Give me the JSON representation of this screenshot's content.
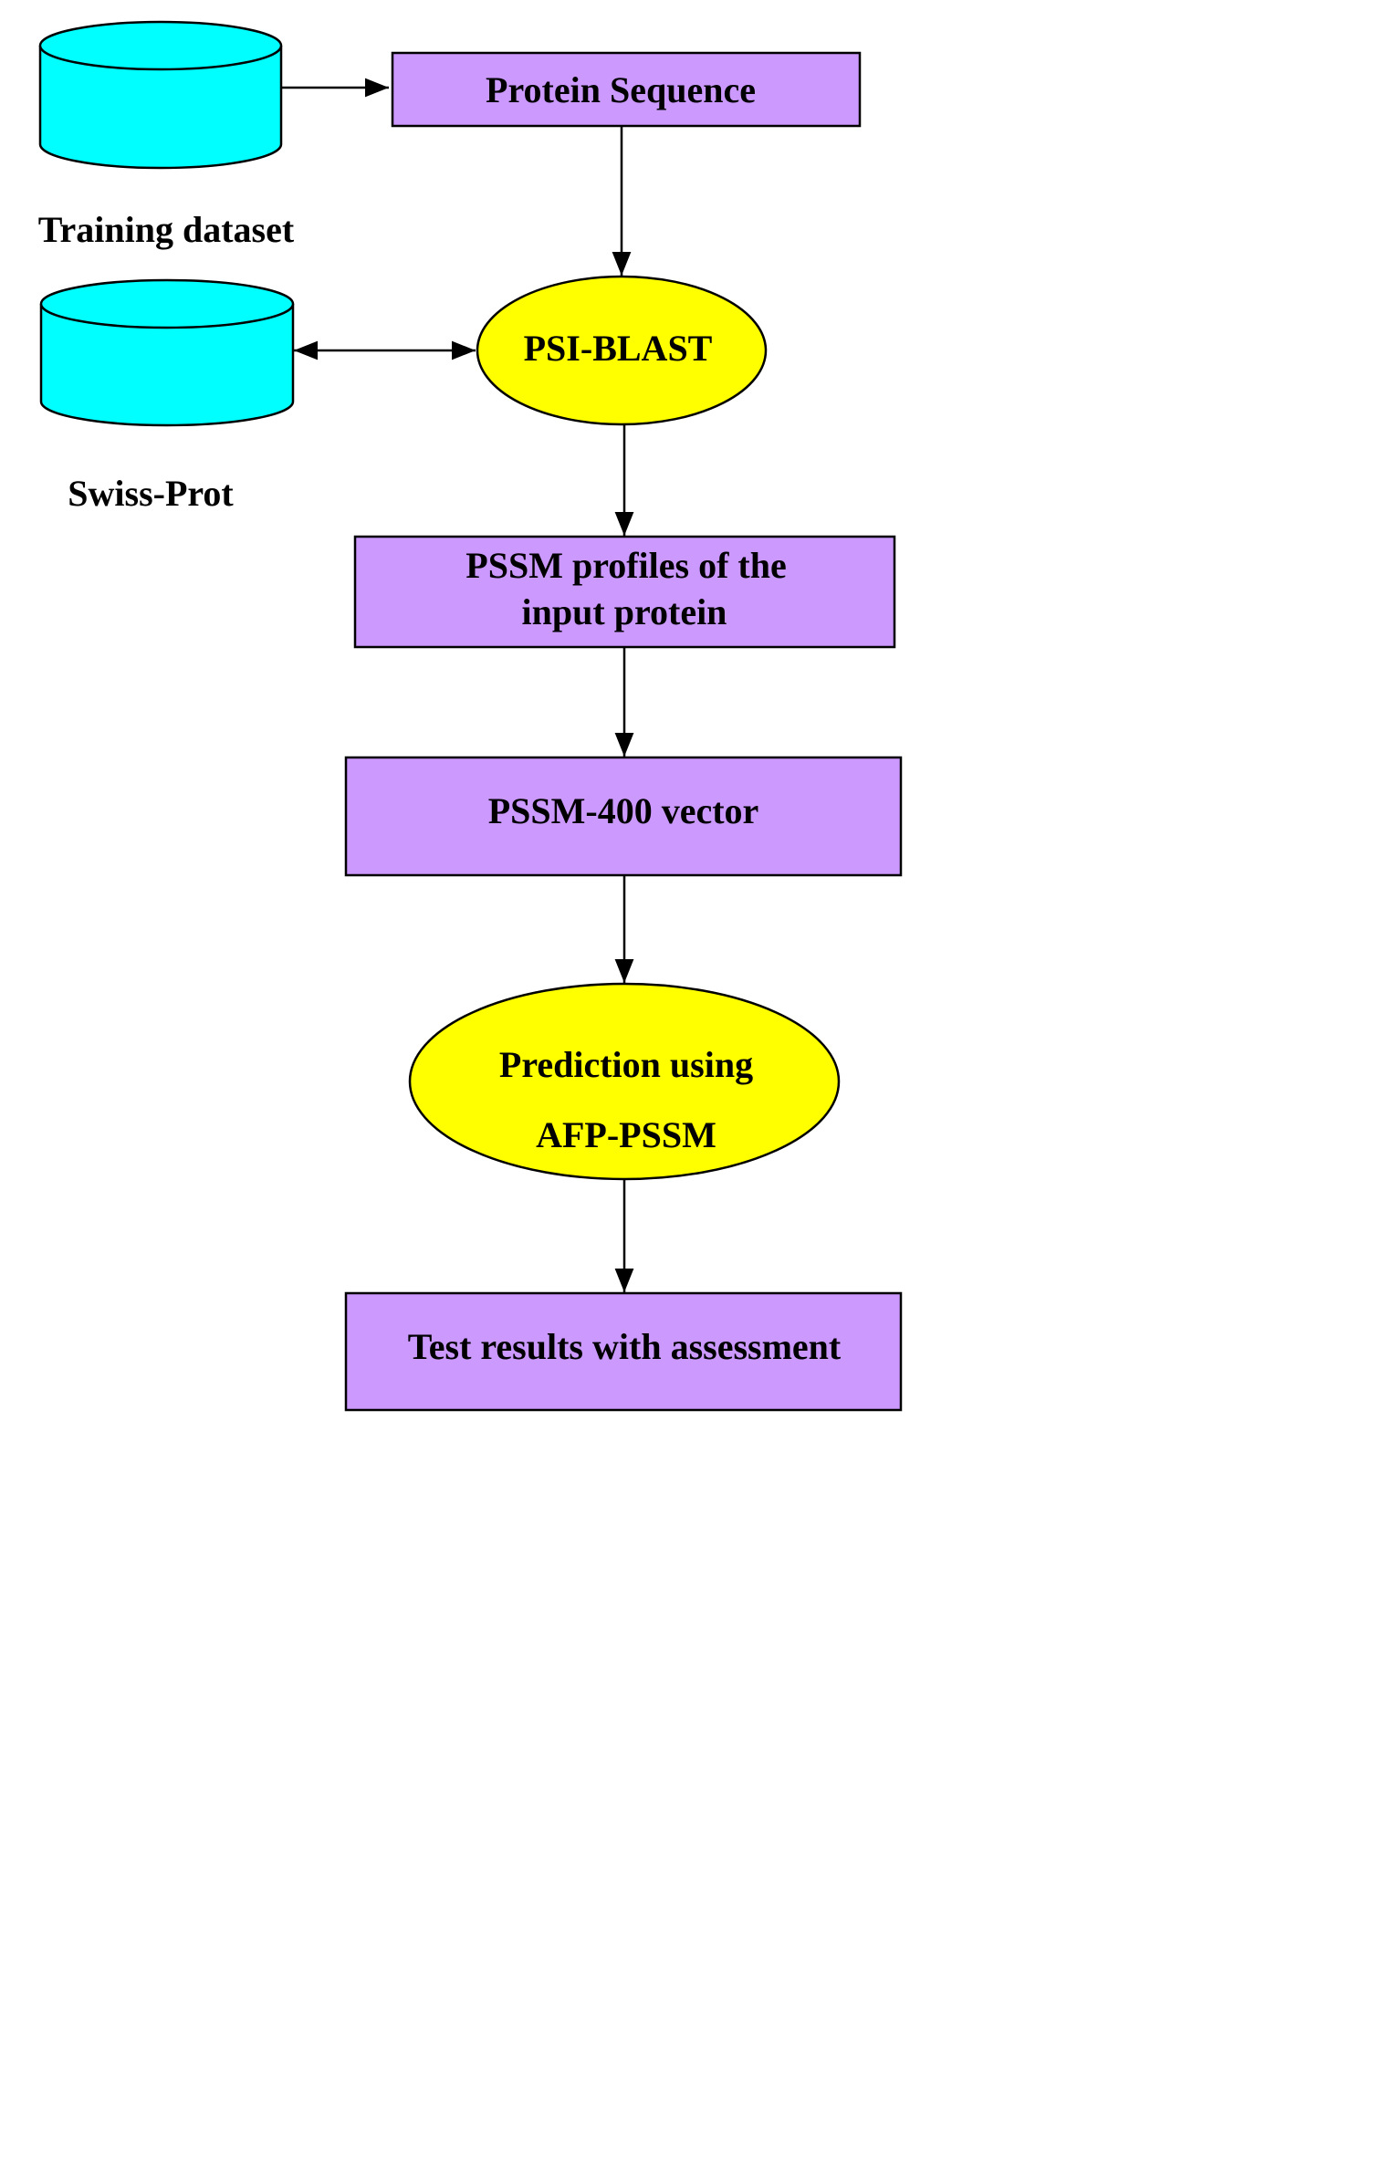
{
  "diagram": {
    "databases": {
      "training_dataset": "Training dataset",
      "swiss_prot": "Swiss-Prot"
    },
    "nodes": {
      "protein_sequence": "Protein Sequence",
      "psi_blast": "PSI-BLAST",
      "pssm_profiles_line1": "PSSM profiles of the",
      "pssm_profiles_line2": "input protein",
      "pssm_400_vector": "PSSM-400 vector",
      "prediction_line1": "Prediction using",
      "prediction_line2": "AFP-PSSM",
      "test_results": "Test results with assessment"
    },
    "colors": {
      "process_box": "#cc99ff",
      "process_ellipse": "#ffff00",
      "database": "#00ffff",
      "stroke": "#000000"
    }
  }
}
